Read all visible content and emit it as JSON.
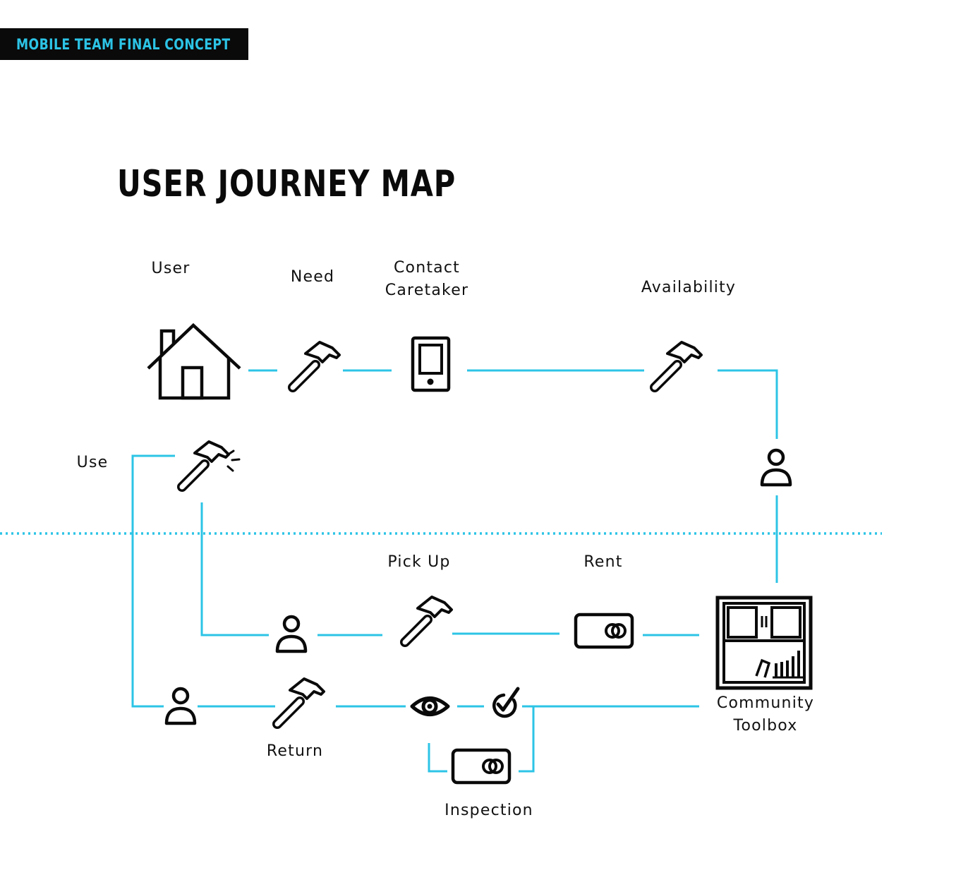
{
  "banner": {
    "text": "MOBILE TEAM FINAL CONCEPT"
  },
  "title": "USER JOURNEY MAP",
  "labels": {
    "user": "User",
    "need": "Need",
    "contact_caretaker": "Contact\nCaretaker",
    "availability": "Availability",
    "use": "Use",
    "pick_up": "Pick Up",
    "rent": "Rent",
    "community_toolbox": "Community\nToolbox",
    "return": "Return",
    "inspection": "Inspection"
  },
  "colors": {
    "line": "#2cc4e6",
    "icon": "#0a0a0a",
    "banner_bg": "#0a0a0a",
    "banner_text": "#2cc4e6"
  },
  "icons": [
    "house-icon",
    "hammer-icon",
    "phone-icon",
    "person-icon",
    "card-icon",
    "toolbox-icon",
    "eye-icon",
    "check-icon"
  ]
}
